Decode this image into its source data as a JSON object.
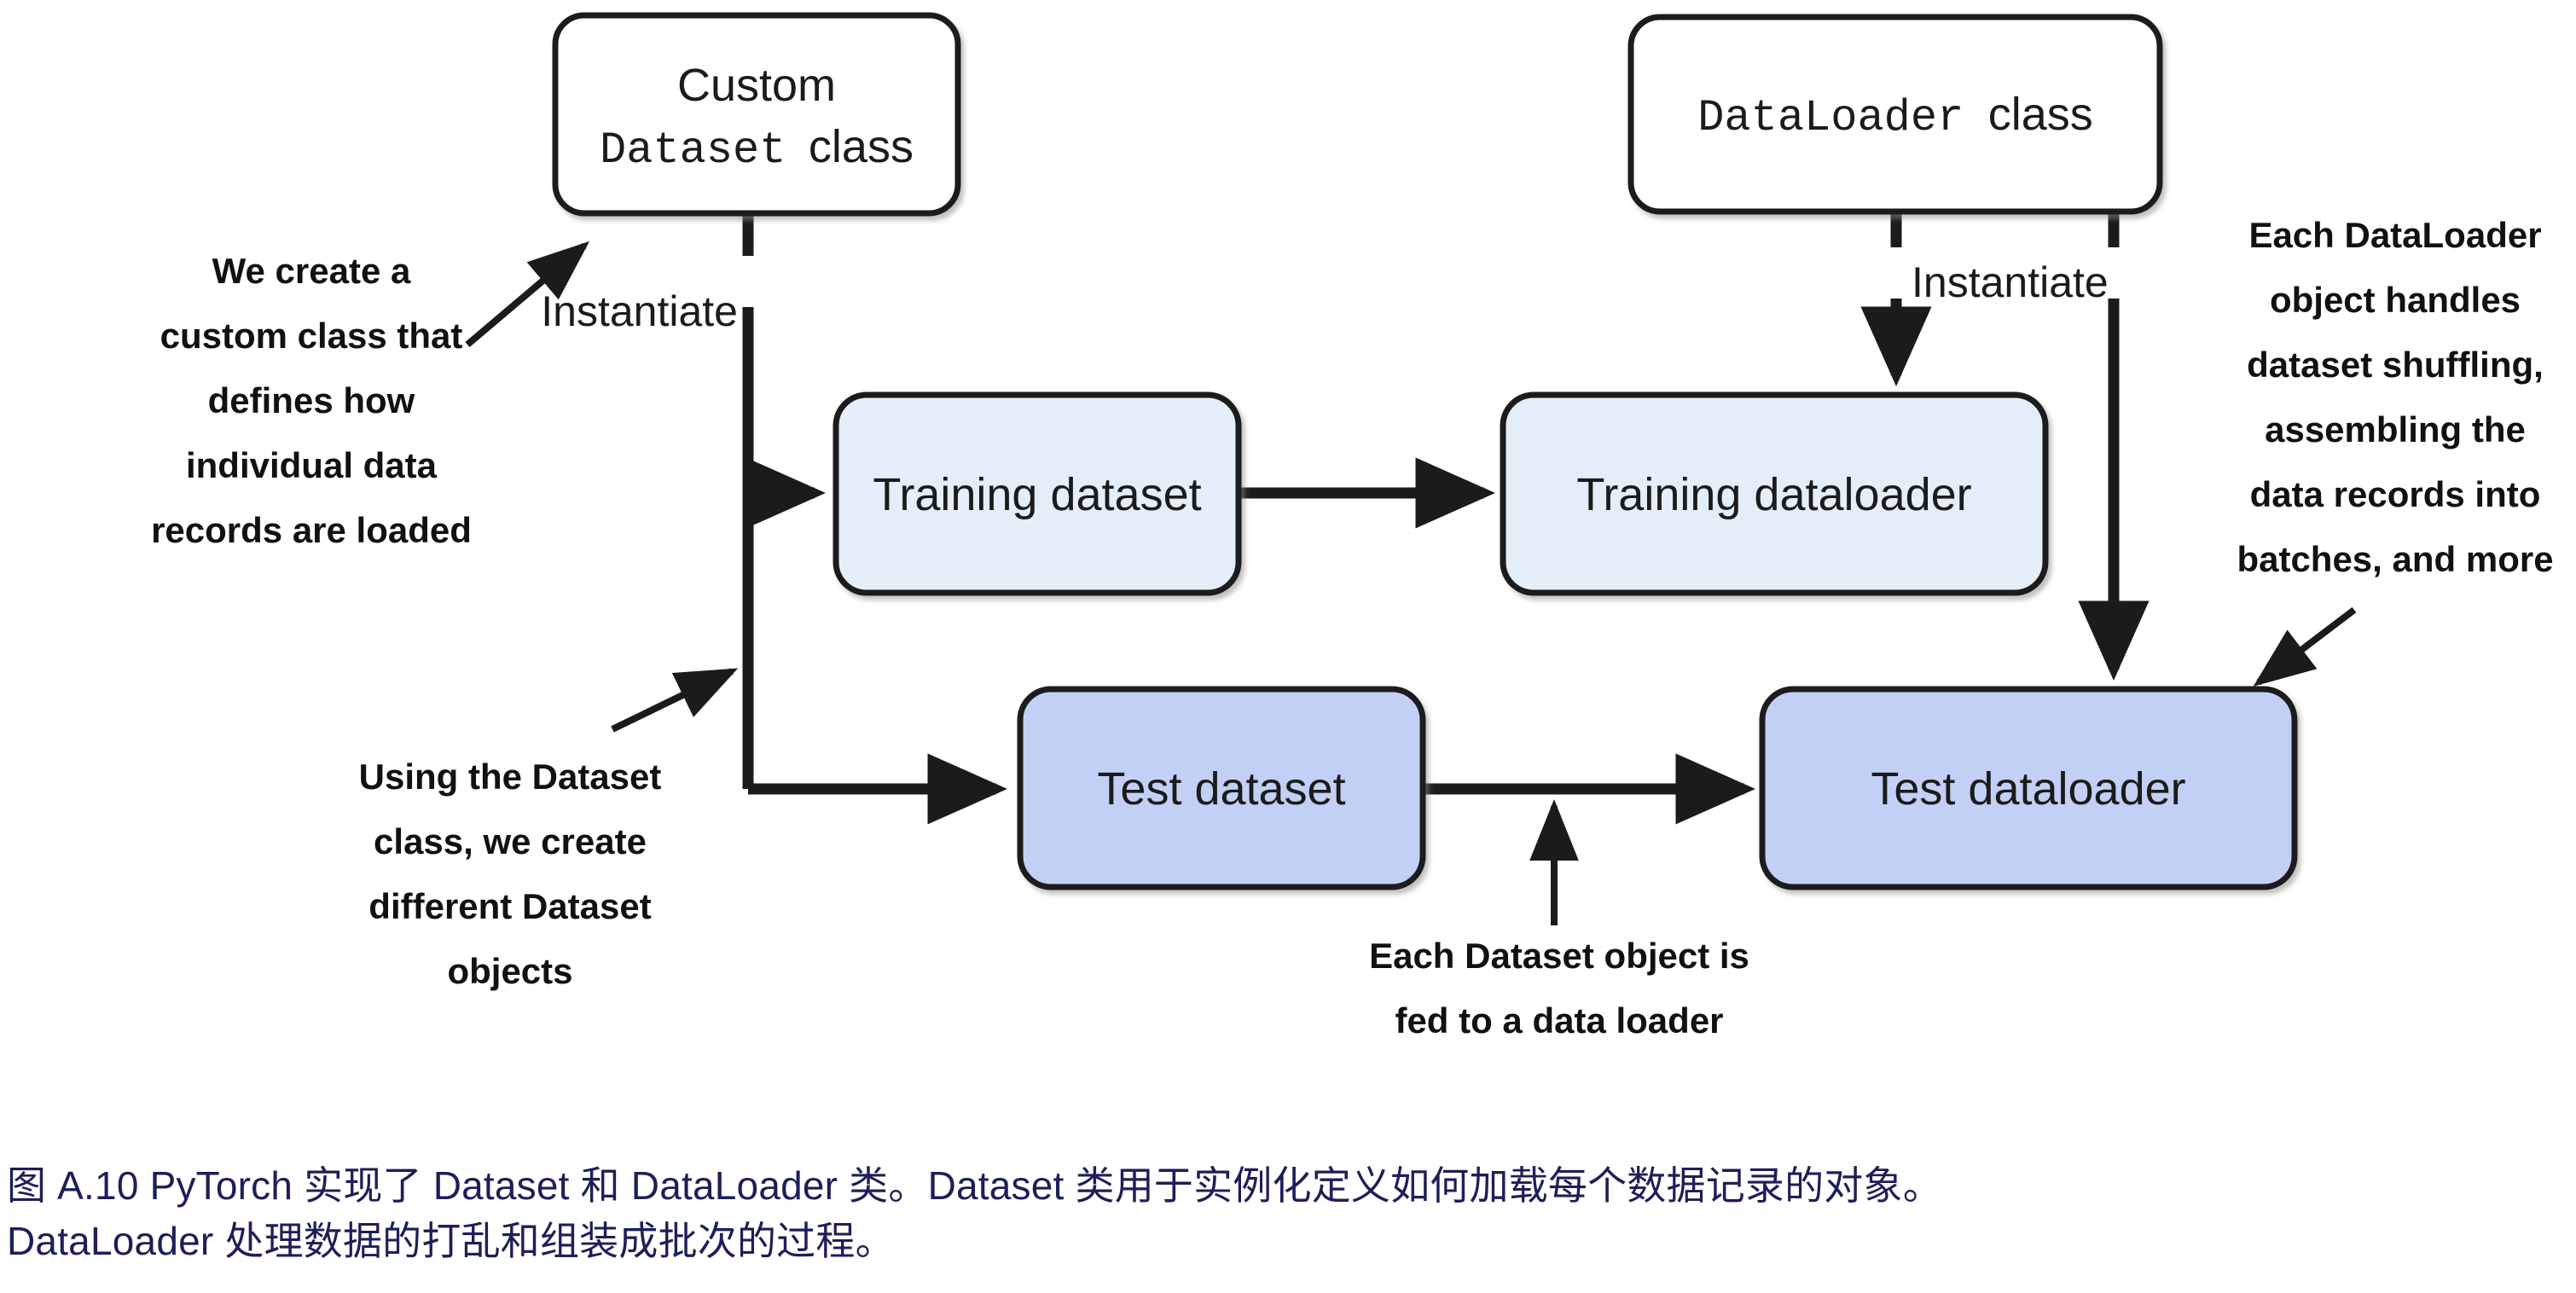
{
  "figure": {
    "nodes": {
      "custom_dataset_class": {
        "line1": "Custom",
        "line2_mono": "Dataset",
        "line2_plain": "class",
        "fill": "#ffffff"
      },
      "dataloader_class": {
        "mono": "DataLoader",
        "plain": "class",
        "fill": "#ffffff"
      },
      "training_dataset": {
        "label": "Training dataset",
        "fill": "#e3eef9"
      },
      "training_dataloader": {
        "label": "Training dataloader",
        "fill": "#e3eef9"
      },
      "test_dataset": {
        "label": "Test dataset",
        "fill": "#c3d0f5"
      },
      "test_dataloader": {
        "label": "Test dataloader",
        "fill": "#c3d0f5"
      }
    },
    "edge_labels": {
      "instantiate_left": "Instantiate",
      "instantiate_right": "Instantiate"
    },
    "annotations": {
      "left_top": [
        "We create a",
        "custom class that",
        "defines how",
        "individual data",
        "records are loaded"
      ],
      "left_bottom": [
        "Using the Dataset",
        "class, we create",
        "different Dataset",
        "objects"
      ],
      "bottom_center": [
        "Each Dataset object is",
        "fed to a data loader"
      ],
      "right": [
        "Each DataLoader",
        "object handles",
        "dataset shuffling,",
        "assembling the",
        "data records into",
        "batches, and more"
      ]
    },
    "colors": {
      "stroke": "#1b1b1b",
      "light_blue": "#e3eef9",
      "medium_blue": "#c3d0f5",
      "caption_text": "#1c1f58",
      "background": "#ffffff"
    }
  },
  "caption": {
    "line1": "图 A.10 PyTorch 实现了 Dataset 和 DataLoader 类。Dataset 类用于实例化定义如何加载每个数据记录的对象。",
    "line2": "DataLoader 处理数据的打乱和组装成批次的过程。"
  }
}
